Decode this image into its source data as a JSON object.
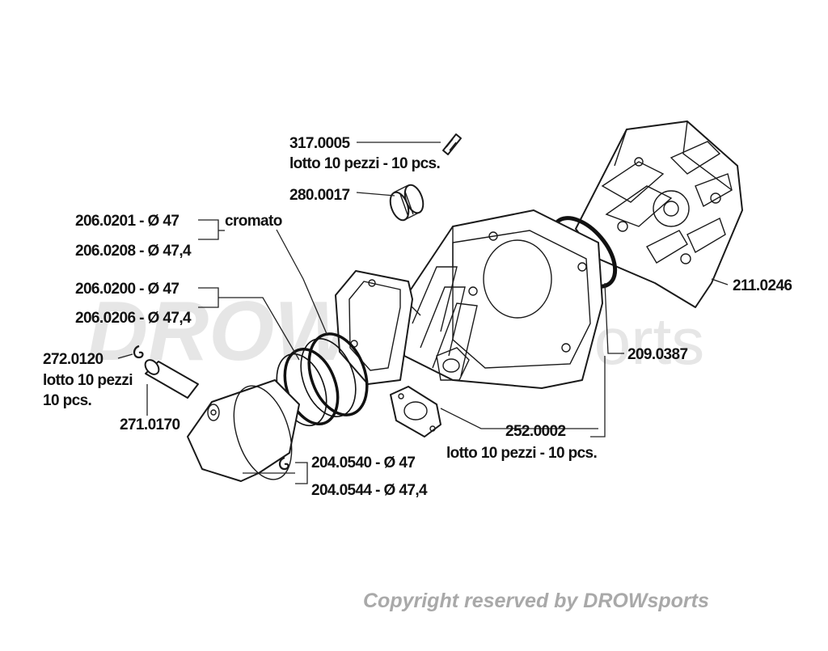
{
  "watermark": {
    "brand": "DROW",
    "suffix": "sports"
  },
  "copyright": "Copyright reserved by DROWsports",
  "labels": {
    "stud_code": "317.0005",
    "stud_qty": "lotto 10 pezzi - 10 pcs.",
    "bearing_code": "280.0017",
    "ring_chrome_47": "206.0201 - Ø 47",
    "ring_chrome_474": "206.0208 - Ø 47,4",
    "ring_chrome_note": "cromato",
    "ring_47": "206.0200 - Ø 47",
    "ring_474": "206.0206 - Ø 47,4",
    "clip_code": "272.0120",
    "clip_qty_1": "lotto 10 pezzi",
    "clip_qty_2": "10 pcs.",
    "pin_code": "271.0170",
    "piston_47": "204.0540 - Ø 47",
    "piston_474": "204.0544 - Ø 47,4",
    "gasket_code": "252.0002",
    "gasket_qty": "lotto 10 pezzi - 10 pcs.",
    "cylinder_code": "209.0387",
    "head_code": "211.0246"
  }
}
